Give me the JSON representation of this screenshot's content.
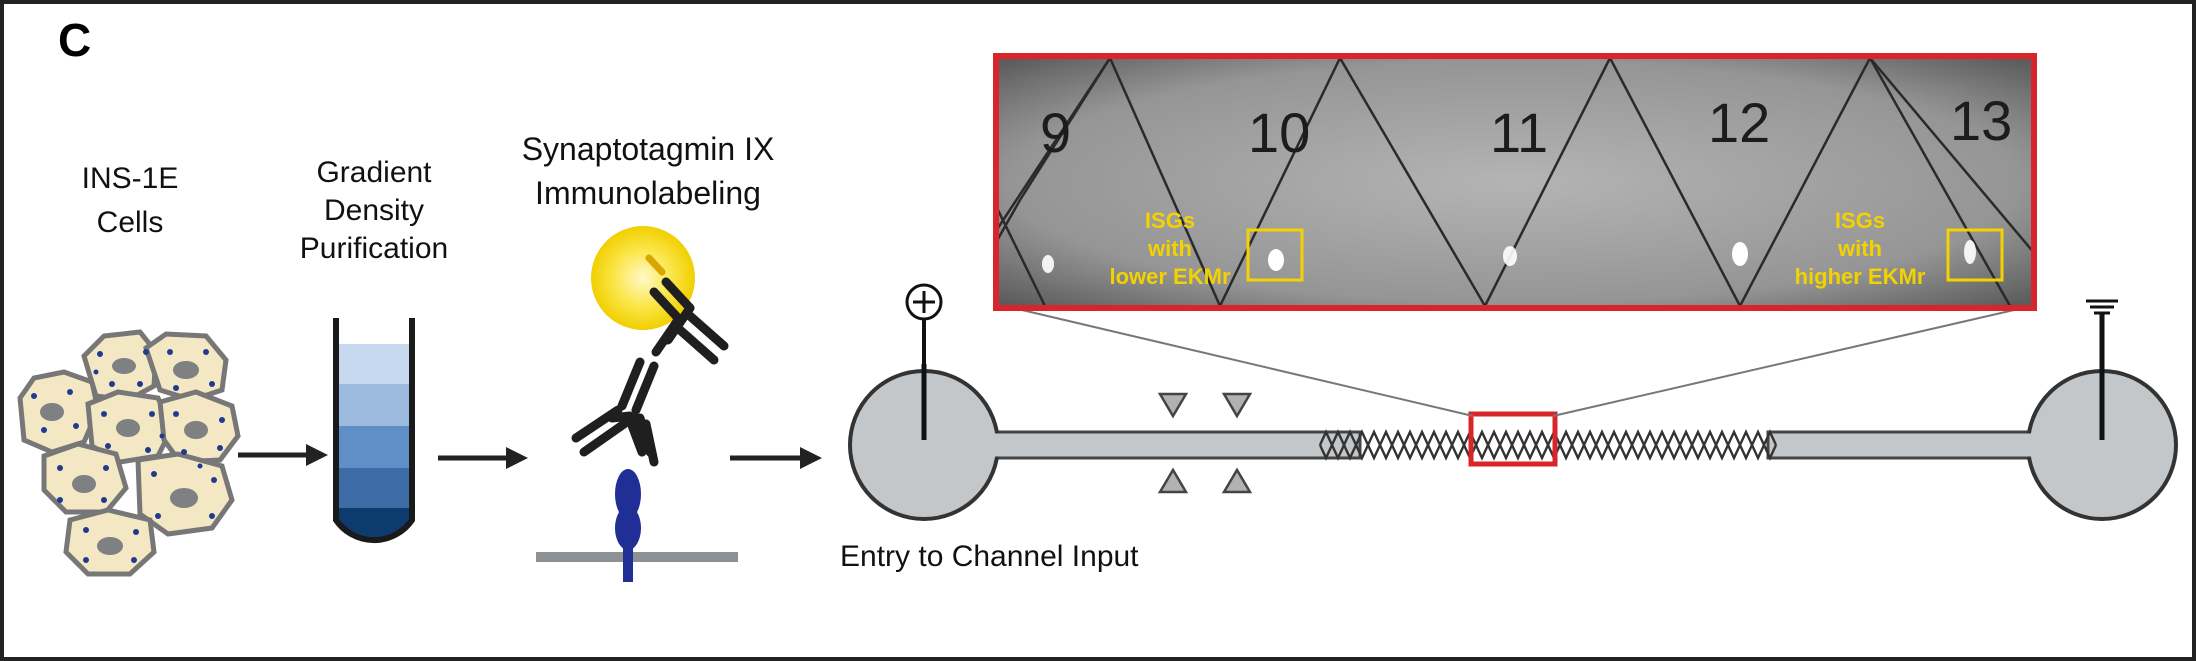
{
  "panel": {
    "letter": "C"
  },
  "steps": {
    "cells": {
      "line1": "INS-1E",
      "line2": "Cells"
    },
    "purification": {
      "line1": "Gradient",
      "line2": "Density",
      "line3": "Purification"
    },
    "immuno": {
      "line1": "Synaptotagmin IX",
      "line2": "Immunolabeling"
    }
  },
  "channel": {
    "entry_label": "Entry to Channel Input",
    "positive_symbol": "⊕"
  },
  "micrograph": {
    "numbers": [
      "9",
      "10",
      "11",
      "12",
      "13"
    ],
    "left_annotation": [
      "ISGs",
      "with",
      "lower EKMr"
    ],
    "right_annotation": [
      "ISGs",
      "with",
      "higher EKMr"
    ]
  },
  "colors": {
    "highlight_red": "#d8252b",
    "annotation_yellow": "#f2d200",
    "channel_gray": "#c4c7c9",
    "tube_blue_dark": "#0e3b6e",
    "tube_blue_light": "#c7d9ee",
    "cell_fill": "#f4e7c4"
  }
}
